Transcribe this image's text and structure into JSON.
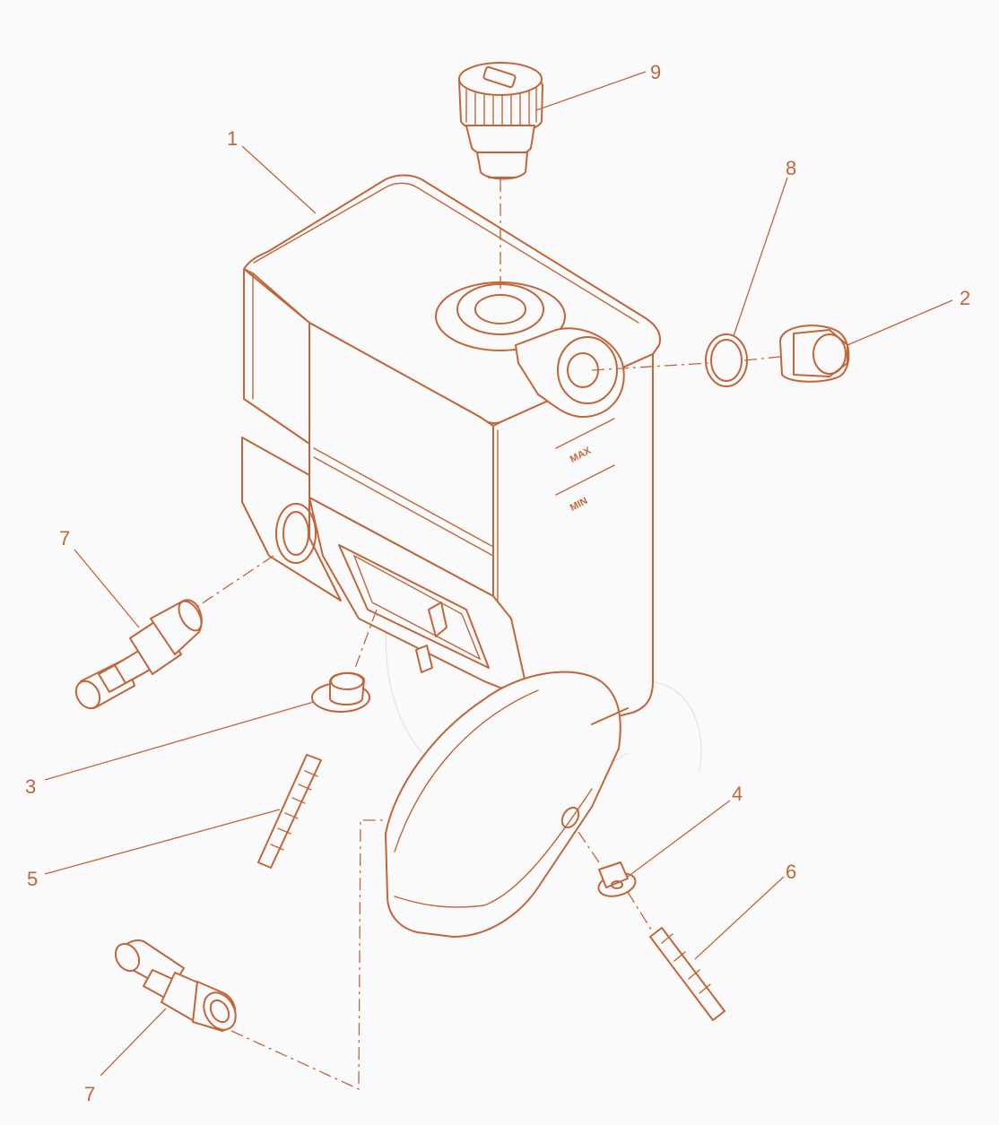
{
  "callouts": [
    {
      "id": "1",
      "label": "1"
    },
    {
      "id": "2",
      "label": "2"
    },
    {
      "id": "3",
      "label": "3"
    },
    {
      "id": "4",
      "label": "4"
    },
    {
      "id": "5",
      "label": "5"
    },
    {
      "id": "6",
      "label": "6"
    },
    {
      "id": "7a",
      "label": "7"
    },
    {
      "id": "7b",
      "label": "7"
    },
    {
      "id": "8",
      "label": "8"
    },
    {
      "id": "9",
      "label": "9"
    }
  ],
  "level_marks": {
    "max": "MAX",
    "min": "MIN"
  },
  "colors": {
    "line": "#c0663a",
    "background": "#fafafa"
  }
}
